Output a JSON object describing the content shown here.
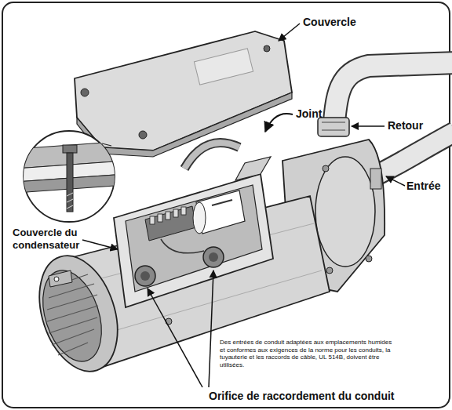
{
  "diagram": {
    "labels": [
      "Couvercle",
      "Joint",
      "Retour",
      "Entrée",
      "Couvercle du condensateur",
      "Orifice de raccordement du conduit",
      "Des entrées de conduit adaptées aux emplacements humides et conformes aux exigences de la norme pour les conduits, la tuyauterie et les raccords de câble, UL 514B, doivent être utilisées."
    ]
  }
}
